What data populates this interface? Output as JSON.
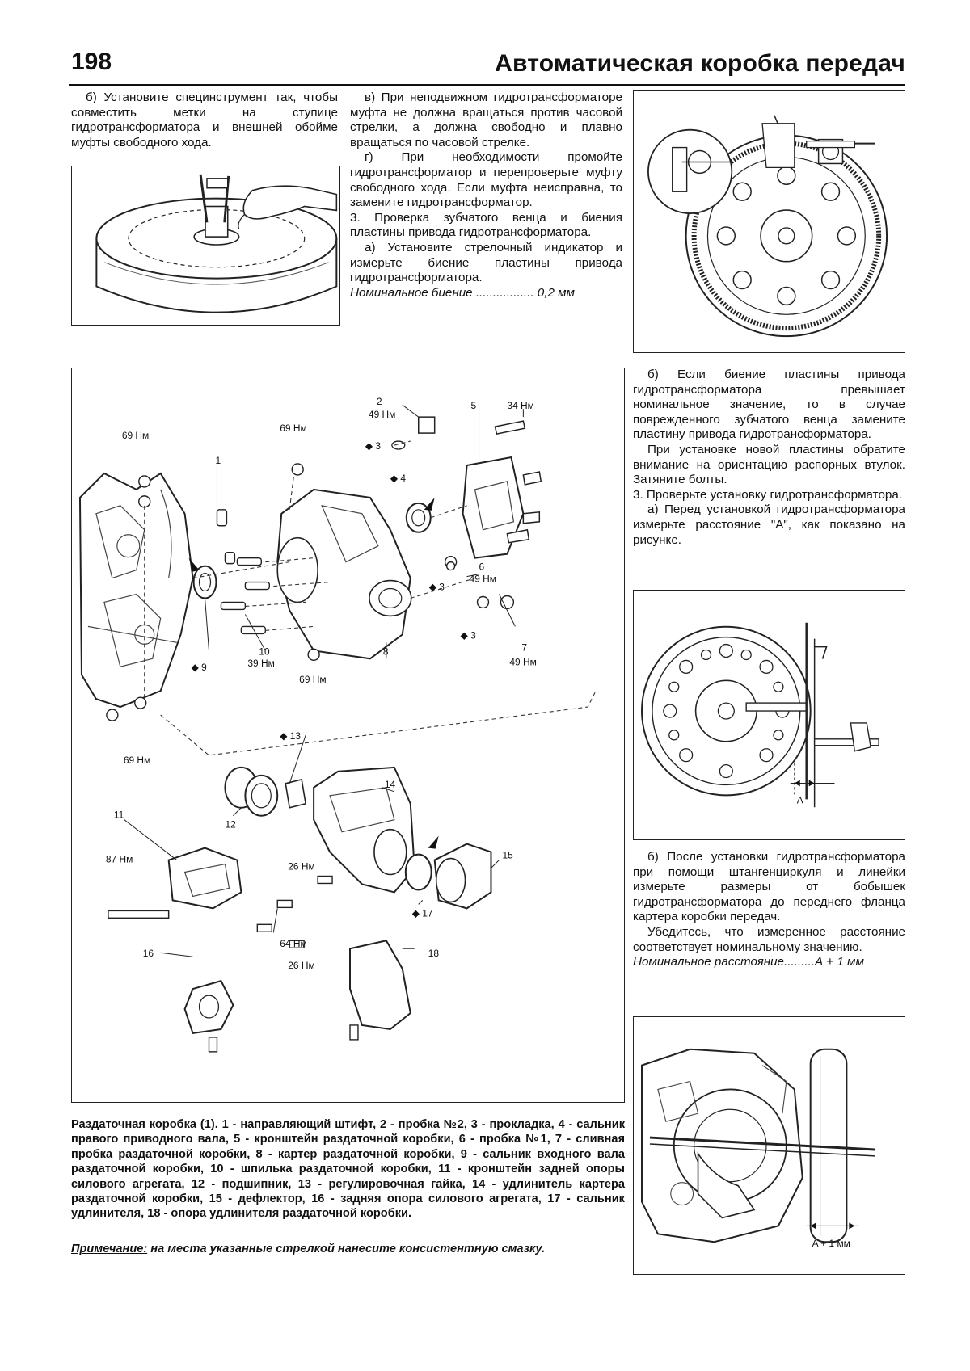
{
  "header": {
    "page_number": "198",
    "title": "Автоматическая коробка передач"
  },
  "col1_top": {
    "para_b": "б) Установите специнструмент так, чтобы совместить метки на ступице гидротрансформатора и внешней обойме муфты свободного хода."
  },
  "col2_top": {
    "para_v": "в) При неподвижном гидротрансформаторе муфта не должна вращаться против часовой стрелки, а должна свободно и плавно вращаться по часовой стрелке.",
    "para_g": "г) При необходимости промойте гидротрансформатор и перепроверьте муфту свободного хода. Если муфта неисправна, то замените гидротрансформатор.",
    "para_3": "3. Проверка зубчатого венца и биения пластины привода гидротрансформатора.",
    "para_a": "а) Установите стрелочный индикатор и измерьте биение пластины привода гидротрансформатора.",
    "spec": "Номинальное биение ................. 0,2 мм"
  },
  "col3": {
    "para_b1": "б) Если биение пластины привода гидротрансформатора превышает номинальное значение, то в случае поврежденного зубчатого венца замените пластину привода гидротрансформатора.",
    "para_b2": "При установке новой пластины обратите внимание на ориентацию распорных втулок. Затяните болты.",
    "para_3": "3. Проверьте установку гидротрансформатора.",
    "para_a": "а) Перед установкой гидротрансформатора измерьте расстояние \"А\", как показано на рисунке.",
    "para_b3": "б) После установки гидротрансформатора при помощи штангенциркуля и линейки измерьте размеры от бобышек гидротрансформатора до переднего фланца картера коробки передач.",
    "para_b4": "Убедитесь, что измеренное расстояние соответствует номинальному значению.",
    "spec": "Номинальное расстояние.........А + 1 мм"
  },
  "figure_right_2": {
    "label_a": "A"
  },
  "figure_right_3": {
    "label": "A + 1 мм"
  },
  "diagram": {
    "labels": {
      "torque_69_a": "69 Нм",
      "torque_69_b": "69 Нм",
      "torque_69_c": "69 Нм",
      "torque_69_d": "69 Нм",
      "torque_49_2": "49 Нм",
      "torque_34": "34 Нм",
      "torque_49_6": "49 Нм",
      "torque_49_7": "49 Нм",
      "torque_39": "39 Нм",
      "torque_87": "87 Нм",
      "torque_26_a": "26 Нм",
      "torque_26_b": "26 Нм",
      "torque_64": "64 Нм",
      "n1": "1",
      "n2": "2",
      "n3a": "◆ 3",
      "n3b": "◆ 3",
      "n3c": "◆ 3",
      "n4": "◆ 4",
      "n5": "5",
      "n6": "6",
      "n7": "7",
      "n8": "8",
      "n9": "◆ 9",
      "n10": "10",
      "n11": "11",
      "n12": "12",
      "n13": "◆ 13",
      "n14": "14",
      "n15": "15",
      "n16": "16",
      "n17": "◆ 17",
      "n18": "18"
    }
  },
  "caption": "Раздаточная коробка (1). 1 - направляющий штифт, 2 - пробка №2, 3 - прокладка, 4 - сальник правого приводного вала, 5 - кронштейн раздаточной коробки, 6 - пробка №1, 7 - сливная пробка раздаточной коробки, 8 - картер раздаточной коробки, 9 - сальник входного вала раздаточной коробки, 10 - шпилька раздаточной коробки, 11 - кронштейн задней опоры силового агрегата, 12 - подшипник, 13 - регулировочная гайка, 14 - удлинитель картера раздаточной коробки, 15 - дефлектор, 16 - задняя опора силового агрегата, 17 - сальник удлинителя, 18 - опора удлинителя раздаточной коробки.",
  "note": {
    "label": "Примечание:",
    "text": " на места указанные стрелкой нанесите консистентную смазку."
  }
}
